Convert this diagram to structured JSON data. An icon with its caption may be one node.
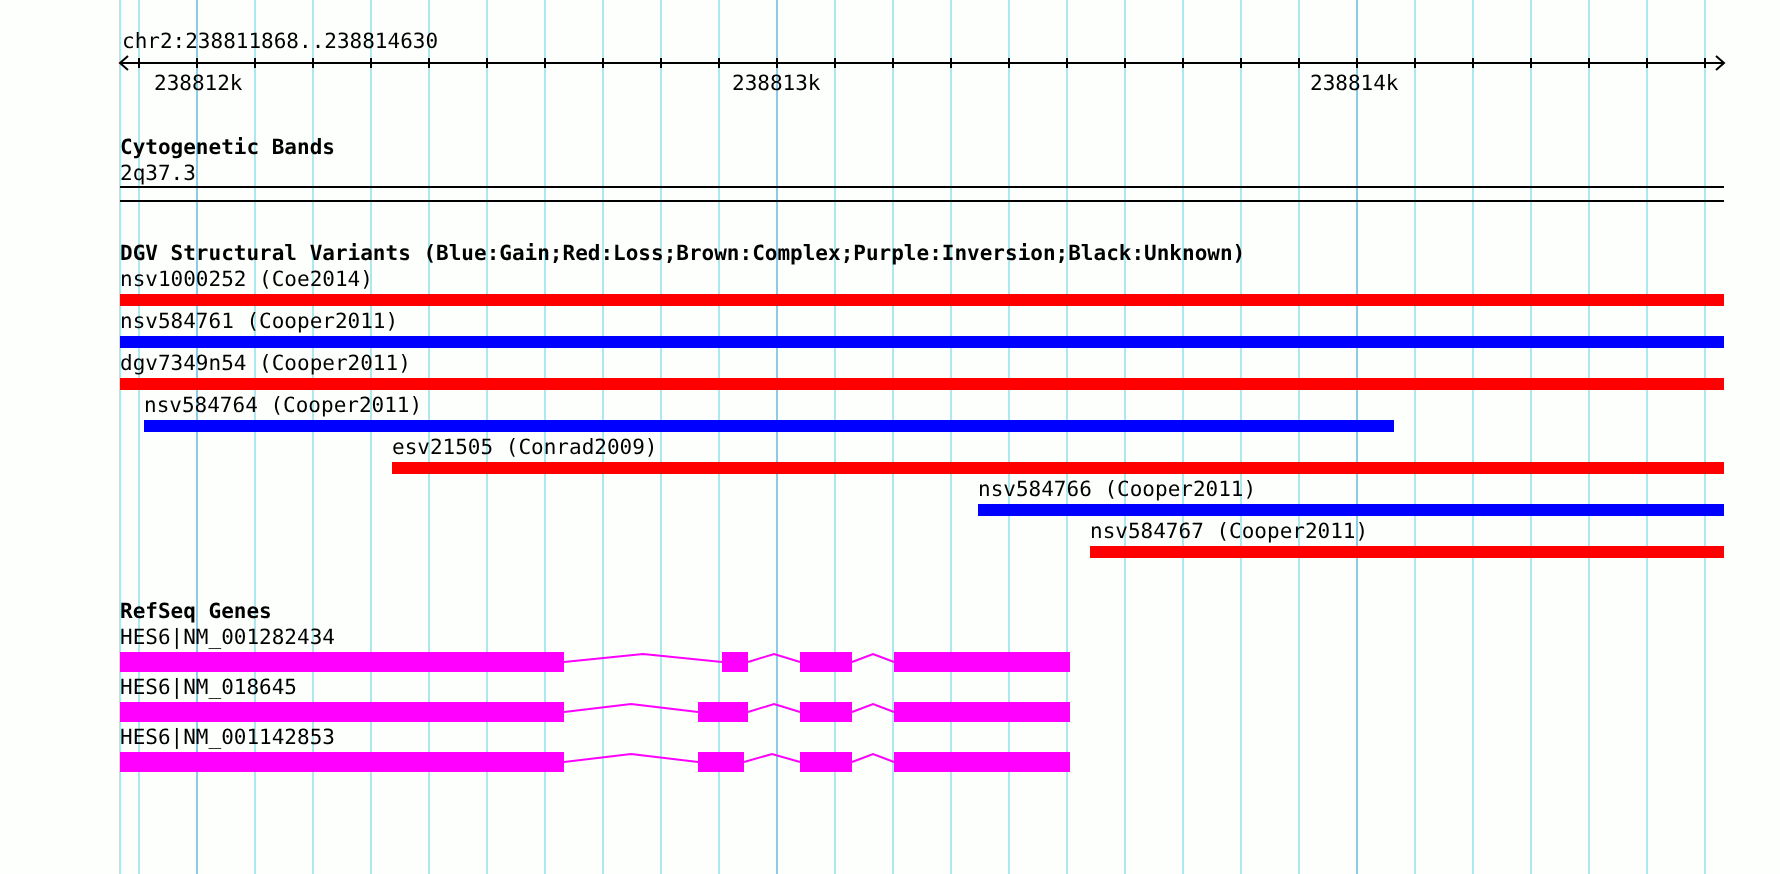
{
  "diagram": {
    "nodes": [
      {
        "text": [
          "nsv1000252 (Coe2014)"
        ]
      },
      {
        "text": [
          "nsv584761 (Cooper2011)"
        ]
      },
      {
        "text": [
          "dgv7349n54 (Cooper2011)"
        ]
      },
      {
        "text": [
          "nsv584764 (Cooper2011)"
        ]
      },
      {
        "text": [
          "esv21505 (Conrad2009)"
        ]
      },
      {
        "text": [
          "nsv584766 (Cooper2011)"
        ]
      },
      {
        "text": [
          "nsv584767 (Cooper2011)"
        ]
      },
      {
        "text": [
          "HES6|NM_001282434"
        ]
      },
      {
        "text": [
          "HES6|NM_018645"
        ]
      },
      {
        "text": [
          "HES6|NM_001142853"
        ]
      }
    ],
    "labels": [
      "chr2:238811868..238814630",
      "238812k",
      "238813k",
      "238814k",
      "Cytogenetic Bands",
      "2q37.3",
      "DGV Structural Variants (Blue:Gain;Red:Loss;Brown:Complex;Purple:Inversion;Black:Unknown)",
      "RefSeq Genes"
    ]
  }
}
